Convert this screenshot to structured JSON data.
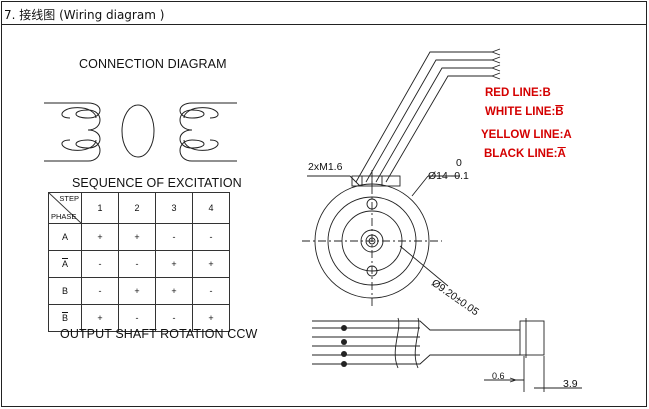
{
  "header": {
    "title": "7. 接线图 (Wiring diagram )"
  },
  "connection_diagram": {
    "title": "CONNECTION DIAGRAM"
  },
  "sequence": {
    "title": "SEQUENCE OF EXCITATION",
    "corner_step": "STEP",
    "corner_phase": "PHASE",
    "steps": [
      "1",
      "2",
      "3",
      "4"
    ],
    "rows": [
      {
        "phase": "A",
        "overline": false,
        "cells": [
          "+",
          "+",
          "-",
          "-"
        ]
      },
      {
        "phase": "A",
        "overline": true,
        "cells": [
          "-",
          "-",
          "+",
          "+"
        ]
      },
      {
        "phase": "B",
        "overline": false,
        "cells": [
          "-",
          "+",
          "+",
          "-"
        ]
      },
      {
        "phase": "B",
        "overline": true,
        "cells": [
          "+",
          "-",
          "-",
          "+"
        ]
      }
    ],
    "footer": "OUTPUT SHAFT ROTATION CCW"
  },
  "wire_labels": {
    "red": {
      "prefix": "RED LINE:",
      "phase": "B",
      "overline": false
    },
    "white": {
      "prefix": "WHITE LINE:",
      "phase": "B",
      "overline": true
    },
    "yellow": {
      "prefix": "YELLOW LINE:",
      "phase": "A",
      "overline": false
    },
    "black": {
      "prefix": "BLACK LINE:",
      "phase": "A",
      "overline": true
    }
  },
  "dimensions": {
    "screw": "2xM1.6",
    "tol_upper": "0",
    "diameter_14": "Ø14 -0.1",
    "diameter_9": "Ø9.20±0.05",
    "small_dim": "0.6",
    "length_dim": "3.9"
  },
  "colors": {
    "accent": "#d40000",
    "line": "#222222"
  }
}
